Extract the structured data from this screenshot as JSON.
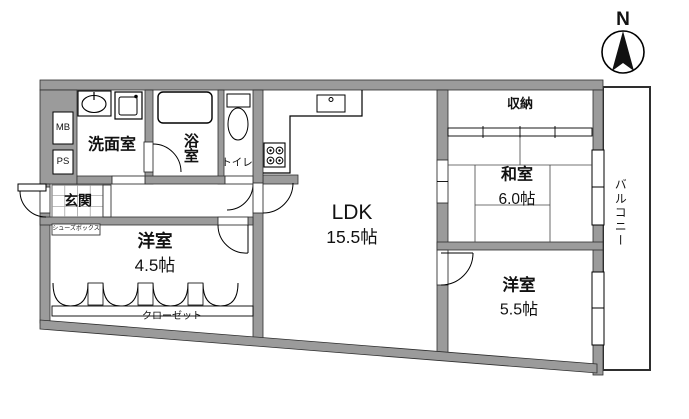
{
  "compass": {
    "north": "N"
  },
  "colors": {
    "wall": "#9b9b9b",
    "line": "#1a1a1a",
    "background": "#ffffff"
  },
  "rooms": {
    "genkan": {
      "label": "玄関"
    },
    "shoes": {
      "label": "シューズボックス"
    },
    "washroom": {
      "label": "洗面室"
    },
    "bathroom": {
      "label": "浴室"
    },
    "toilet": {
      "label": "トイレ"
    },
    "mb": {
      "label": "MB"
    },
    "ps": {
      "label": "PS"
    },
    "ldk": {
      "label": "LDK",
      "size": "15.5帖"
    },
    "western_45": {
      "label": "洋室",
      "size": "4.5帖"
    },
    "closet": {
      "label": "クローゼット"
    },
    "storage": {
      "label": "収納"
    },
    "japanese": {
      "label": "和室",
      "size": "6.0帖"
    },
    "western_55": {
      "label": "洋室",
      "size": "5.5帖"
    },
    "balcony": {
      "label": "バルコニー"
    }
  }
}
